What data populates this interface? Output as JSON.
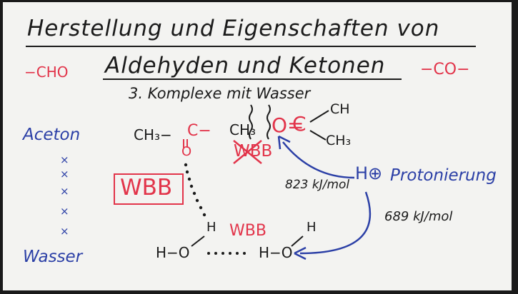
{
  "title_line1": "Herstellung und Eigenschaften von",
  "title_line2": "Aldehyden und Ketonen",
  "group_aldehyde": "−CHO",
  "group_ketone": "−CO−",
  "subtitle": "3. Komplexe mit Wasser",
  "label_aceton": "Aceton",
  "label_wasser": "Wasser",
  "x_mark": "×",
  "wbb_box": "WBB",
  "acetone_formula": {
    "part1": "CH₃−",
    "part2": "C−",
    "part3": "CH₃",
    "oxygen": "O"
  },
  "complex_formula": {
    "oxygen": "O=",
    "carbon": "C",
    "upper": "CH",
    "lower": "CH₃",
    "crossed": "WBB"
  },
  "energy_1": "823 kJ/mol",
  "proton": "H⊕",
  "protonierung": "Protonierung",
  "energy_2": "689 kJ/mol",
  "wbb_lower": "WBB",
  "water": {
    "h": "H",
    "left": "H−O",
    "right": "H−O"
  },
  "colors": {
    "board": "#f3f3f1",
    "black_ink": "#1b1b1b",
    "red_ink": "#e2344a",
    "blue_ink": "#2b3fa6"
  }
}
